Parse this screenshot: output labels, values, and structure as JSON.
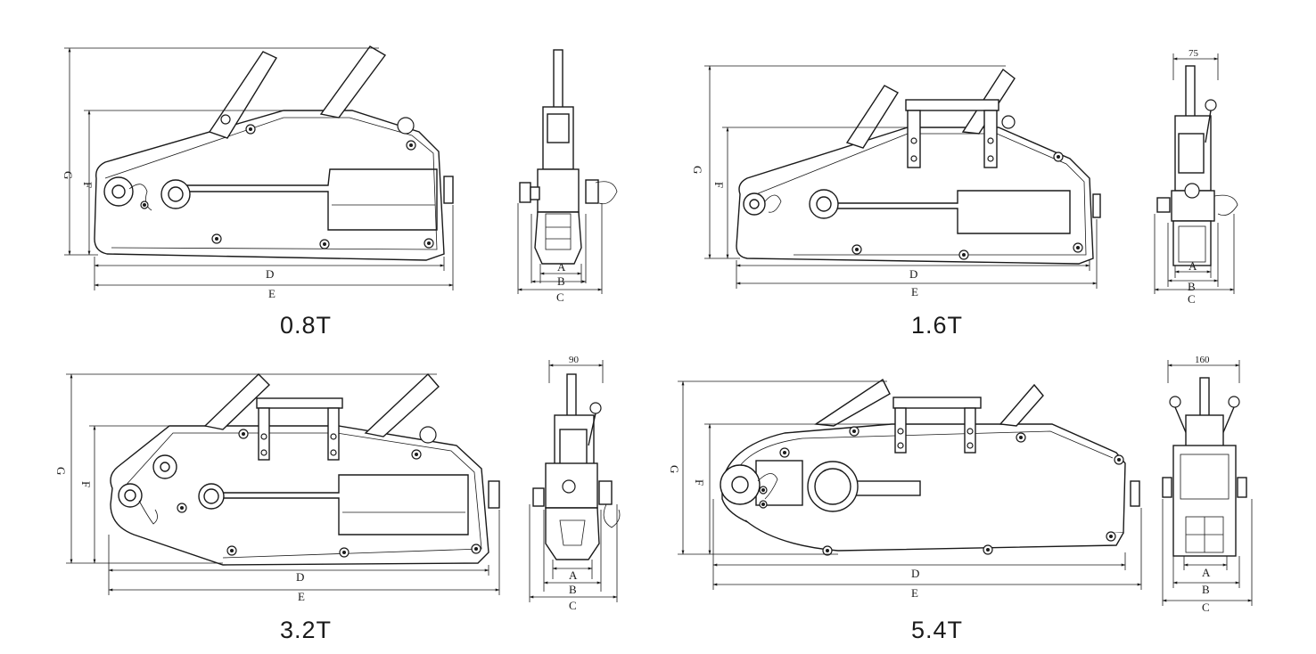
{
  "models": [
    {
      "label": "0.8T",
      "dims": {
        "A": "A",
        "B": "B",
        "C": "C",
        "D": "D",
        "E": "E",
        "F": "F",
        "G": "G"
      }
    },
    {
      "label": "1.6T",
      "dims": {
        "A": "A",
        "B": "B",
        "C": "C",
        "D": "D",
        "E": "E",
        "F": "F",
        "G": "G"
      },
      "width_value": "75"
    },
    {
      "label": "3.2T",
      "dims": {
        "A": "A",
        "B": "B",
        "C": "C",
        "D": "D",
        "E": "E",
        "F": "F",
        "G": "G"
      },
      "width_value": "90"
    },
    {
      "label": "5.4T",
      "dims": {
        "A": "A",
        "B": "B",
        "C": "C",
        "D": "D",
        "E": "E",
        "F": "F",
        "G": "G"
      },
      "width_value": "160"
    }
  ]
}
